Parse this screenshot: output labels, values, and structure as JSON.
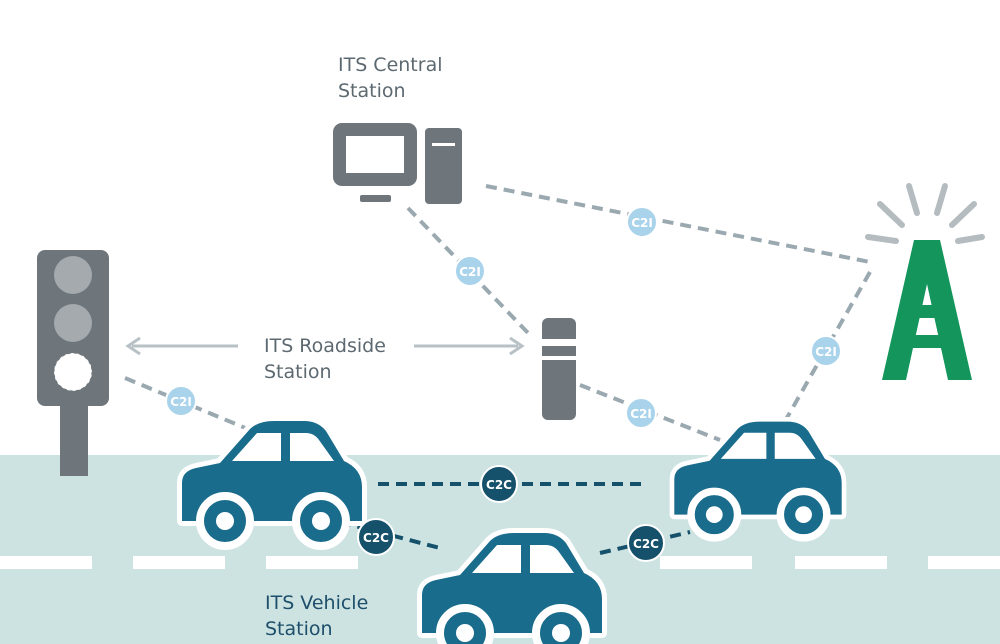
{
  "labels": {
    "central": {
      "line1": "ITS Central",
      "line2": "Station"
    },
    "roadside": {
      "line1": "ITS Roadside",
      "line2": "Station"
    },
    "vehicle": {
      "line1": "ITS Vehicle",
      "line2": "Station"
    }
  },
  "links": {
    "c2i": "C2I",
    "c2c": "C2C"
  },
  "colors": {
    "road": "#cde3e2",
    "car": "#1a6c8d",
    "device_grey": "#6e767b",
    "antenna": "#14955c",
    "c2i_badge": "#a9d3eb",
    "c2c_badge": "#16516b",
    "link_line": "#9aa8b0"
  },
  "icons": [
    "desktop-computer-icon",
    "traffic-light-icon",
    "roadside-unit-icon",
    "antenna-tower-icon",
    "car-icon"
  ]
}
